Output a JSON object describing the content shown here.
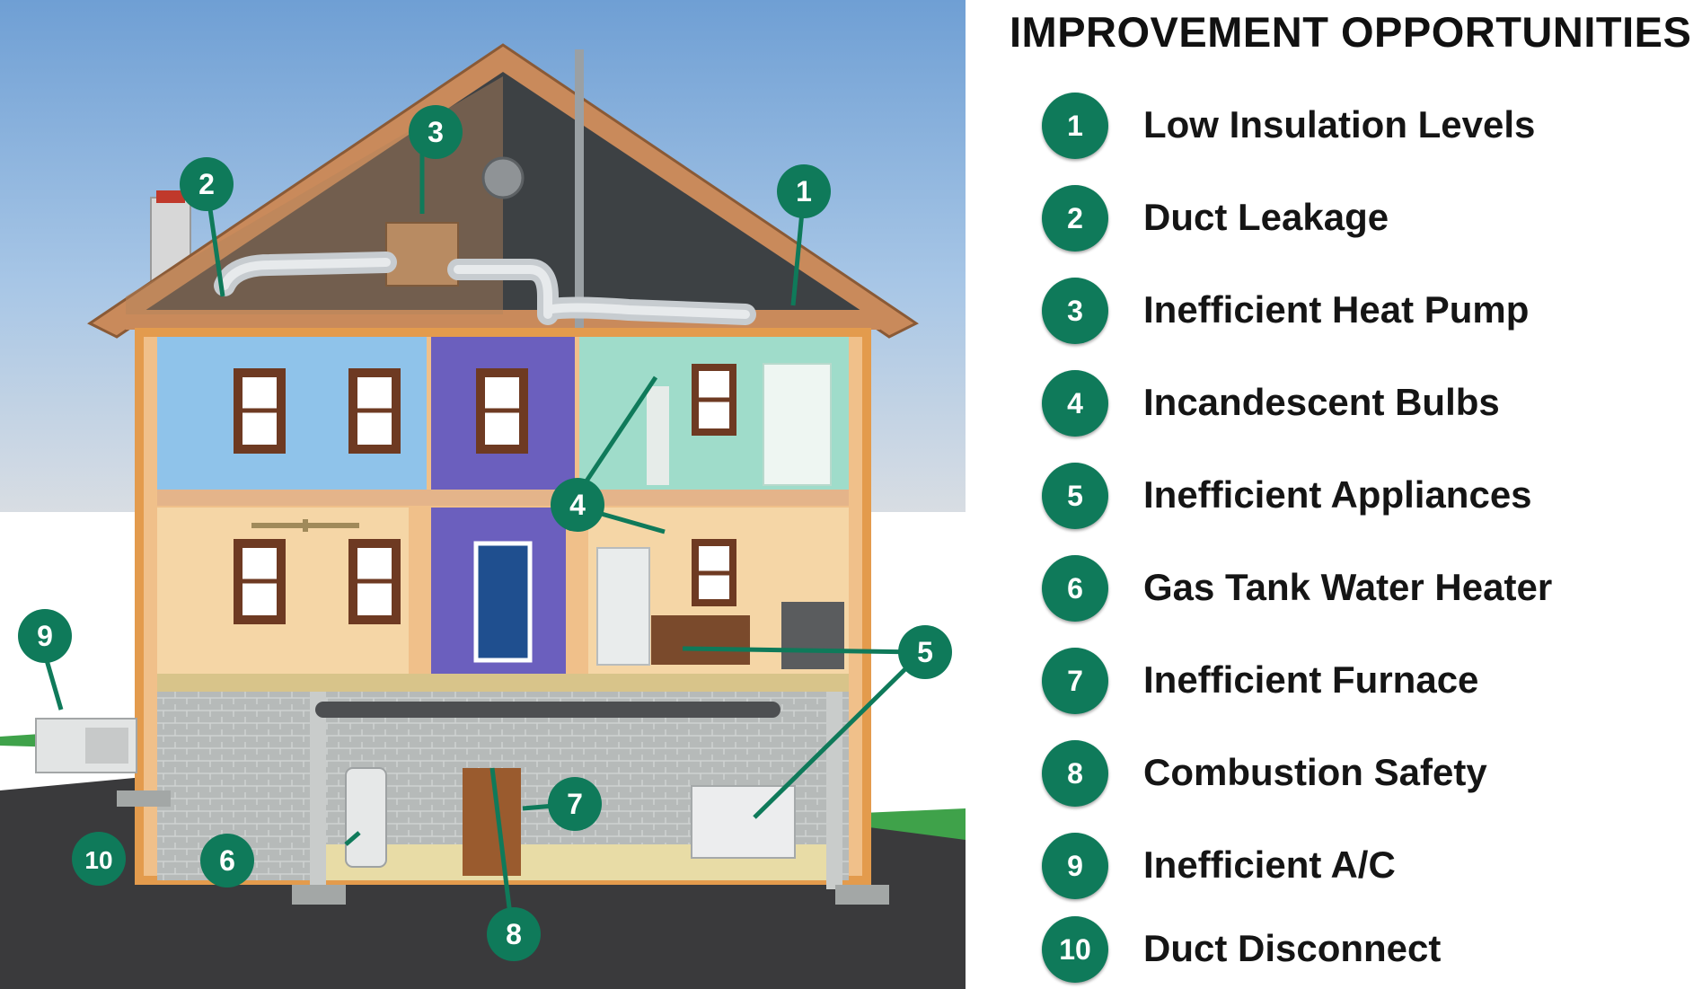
{
  "legend": {
    "title": "IMPROVEMENT OPPORTUNITIES",
    "items": [
      {
        "number": "1",
        "label": "Low Insulation Levels"
      },
      {
        "number": "2",
        "label": "Duct Leakage"
      },
      {
        "number": "3",
        "label": "Inefficient Heat Pump"
      },
      {
        "number": "4",
        "label": "Incandescent Bulbs"
      },
      {
        "number": "5",
        "label": "Inefficient Appliances"
      },
      {
        "number": "6",
        "label": "Gas Tank Water Heater"
      },
      {
        "number": "7",
        "label": "Inefficient Furnace"
      },
      {
        "number": "8",
        "label": "Combustion Safety"
      },
      {
        "number": "9",
        "label": "Inefficient A/C"
      },
      {
        "number": "10",
        "label": "Duct Disconnect"
      }
    ]
  },
  "markers": [
    "1",
    "2",
    "3",
    "4",
    "5",
    "6",
    "7",
    "8",
    "9",
    "10"
  ],
  "colors": {
    "badge": "#0f7a5a",
    "sky_top": "#6f9fd4",
    "ground": "#3a3a3c",
    "roof": "#c98a5b",
    "attic": "#3d4144",
    "room_blue": "#8fc3ea",
    "room_purple": "#6b5fbe",
    "room_mint": "#9fdcca",
    "room_peach": "#f5d6a6",
    "basement": "#b9bdbc"
  }
}
